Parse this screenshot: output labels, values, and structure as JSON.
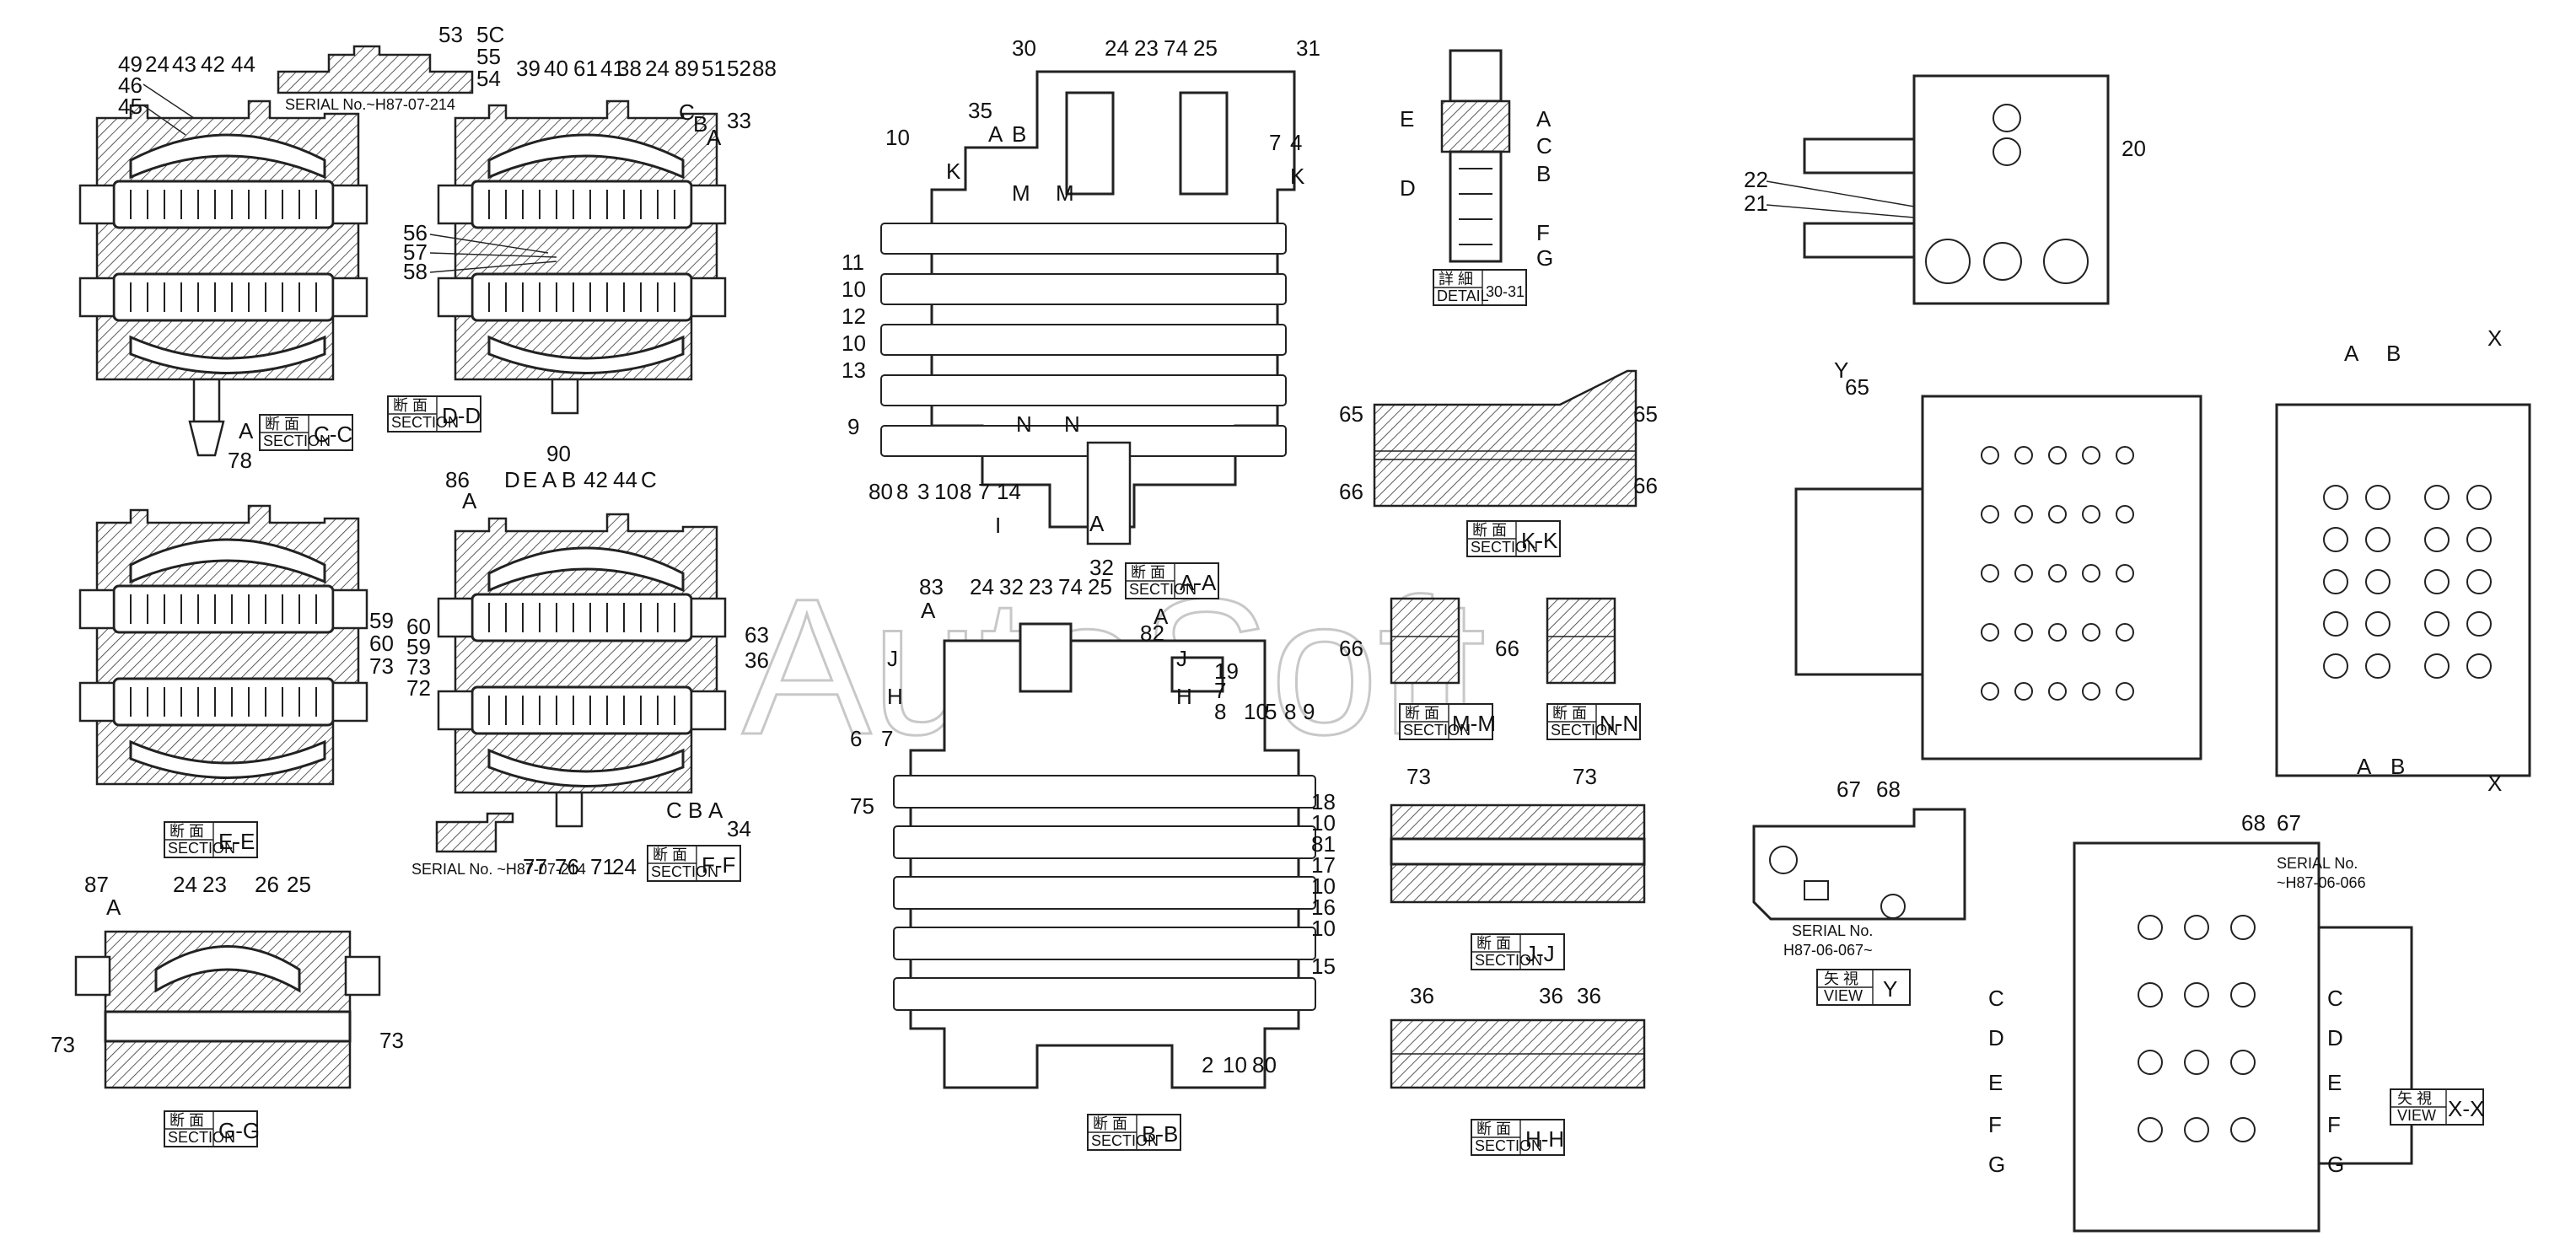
{
  "watermark": "AutoSoft",
  "section_label": "SECTION",
  "section_kanji": "断 面",
  "detail_label": "DETAIL",
  "detail_kanji": "詳 細",
  "view_label": "VIEW",
  "view_kanji": "矢 視",
  "sections": {
    "cc": {
      "id": "C-C",
      "labels": [
        "49",
        "24",
        "43",
        "42",
        "44",
        "46",
        "45",
        "A",
        "78"
      ]
    },
    "dd": {
      "id": "D-D",
      "labels": [
        "39",
        "40",
        "61",
        "41",
        "38",
        "24",
        "89",
        "51",
        "52",
        "88",
        "C",
        "B",
        "A",
        "33",
        "56",
        "57",
        "58"
      ],
      "top_note": "SERIAL No.~H87-07-214",
      "top_labels": [
        "53",
        "5C",
        "55",
        "54"
      ]
    },
    "ee": {
      "id": "E-E",
      "labels": [
        "59",
        "60",
        "73"
      ]
    },
    "ff": {
      "id": "F-F",
      "labels": [
        "90",
        "86",
        "A",
        "D",
        "E",
        "A",
        "B",
        "42",
        "44",
        "C",
        "60",
        "59",
        "73",
        "72",
        "63",
        "36",
        "C",
        "B",
        "A",
        "34",
        "77",
        "76",
        "71",
        "24"
      ],
      "serial_note": "SERIAL No. ~H87-07-214"
    },
    "gg": {
      "id": "G-G",
      "labels": [
        "87",
        "A",
        "24",
        "23",
        "26",
        "25",
        "73",
        "73"
      ]
    },
    "aa": {
      "id": "A-A",
      "labels": [
        "30",
        "24",
        "23",
        "74",
        "25",
        "31",
        "35",
        "A",
        "B",
        "10",
        "K",
        "7",
        "4",
        "K",
        "M",
        "M",
        "11",
        "10",
        "12",
        "10",
        "13",
        "9",
        "80",
        "8",
        "3",
        "10",
        "8",
        "7",
        "14",
        "N",
        "N",
        "A",
        "I"
      ]
    },
    "bb": {
      "id": "B-B",
      "labels": [
        "83",
        "24",
        "32",
        "23",
        "74",
        "32",
        "25",
        "A",
        "82",
        "A",
        "J",
        "J",
        "H",
        "H",
        "19",
        "7",
        "8",
        "10",
        "5",
        "8",
        "9",
        "6",
        "7",
        "75",
        "18",
        "10",
        "81",
        "17",
        "10",
        "16",
        "10",
        "15",
        "2",
        "10",
        "80"
      ]
    },
    "detail": {
      "id": "30-31",
      "labels": [
        "E",
        "A",
        "C",
        "B",
        "D",
        "F",
        "G"
      ]
    },
    "kk": {
      "id": "K-K",
      "labels": [
        "65",
        "65",
        "66",
        "66"
      ]
    },
    "mm": {
      "id": "M-M",
      "labels": [
        "66"
      ]
    },
    "nn": {
      "id": "N-N",
      "labels": [
        "66"
      ]
    },
    "jj": {
      "id": "J-J",
      "labels": [
        "73",
        "73"
      ]
    },
    "hh": {
      "id": "H-H",
      "labels": [
        "36",
        "36",
        "36"
      ]
    },
    "top_view": {
      "labels": [
        "20",
        "22",
        "21"
      ]
    },
    "view_y": {
      "id": "Y",
      "labels": [
        "67",
        "68"
      ],
      "serial_note_1": "SERIAL No.",
      "serial_note_2": "H87-06-067~"
    },
    "front_view": {
      "labels": [
        "Y",
        "65"
      ]
    },
    "side_view": {
      "labels": [
        "A",
        "B",
        "X",
        "A",
        "B",
        "X"
      ]
    },
    "view_xx": {
      "id": "X-X",
      "labels": [
        "68",
        "67",
        "C",
        "D",
        "E",
        "F",
        "G",
        "C",
        "D",
        "E",
        "F",
        "G"
      ],
      "serial_note_1": "SERIAL No.",
      "serial_note_2": "~H87-06-066"
    }
  }
}
